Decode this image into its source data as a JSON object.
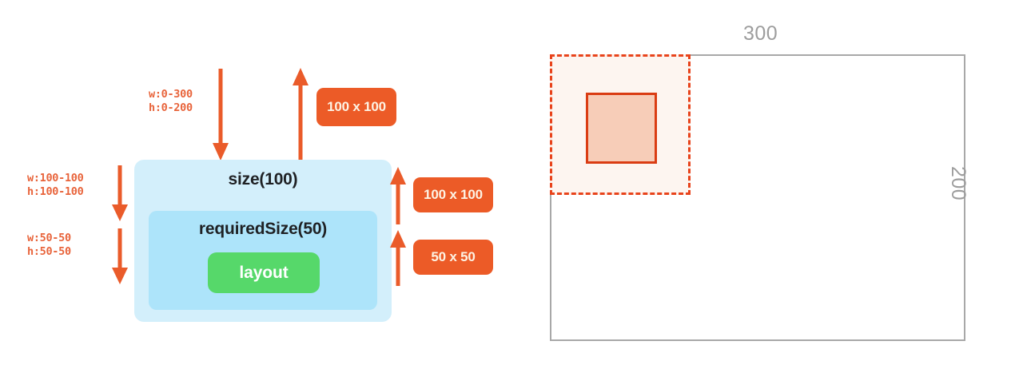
{
  "diagram": {
    "title_hidden": "",
    "left_panel": {
      "outer_box_label": "size(100)",
      "inner_box_label": "requiredSize(50)",
      "layout_pill_label": "layout",
      "constraints": {
        "incoming_top": "w:0-300\nh:0-200",
        "outer_to_inner": "w:100-100\nh:100-100",
        "inner_to_layout": "w:50-50\nh:50-50"
      },
      "badges": {
        "top_measured": "100 x 100",
        "outer_measured": "100 x 100",
        "inner_measured": "50 x 50"
      }
    },
    "right_panel": {
      "canvas_width_label": "300",
      "canvas_height_label": "200",
      "dashed_region_name": "size-region-100x100",
      "solid_region_name": "required-size-region-50x50"
    }
  },
  "colors": {
    "orange_arrow": "#ea5b2a",
    "orange_badge": "#ec5b27",
    "badge_text": "#fdf3e4",
    "label_orange": "#e8633a",
    "outer_box_blue": "#d3effb",
    "inner_box_blue": "#ade4fa",
    "layout_green": "#56d86a",
    "canvas_border_gray": "#a8a8a8",
    "dim_label_gray": "#9d9d9d",
    "dashed_border": "#e8431b",
    "dashed_fill": "#fdf5f0",
    "solid_border": "#da3c13",
    "solid_fill": "#f7cdb8"
  }
}
